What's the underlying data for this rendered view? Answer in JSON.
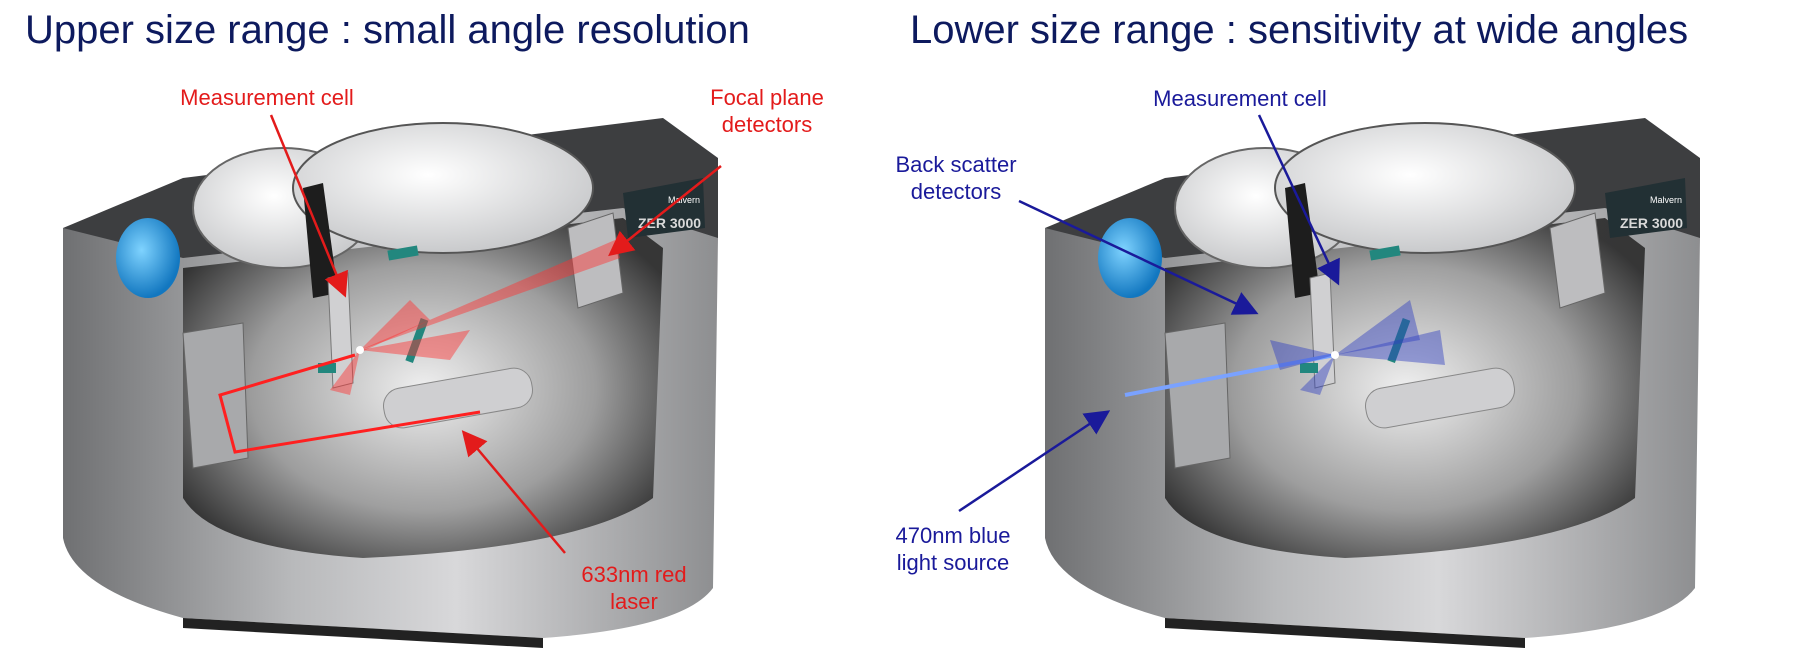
{
  "panels": [
    {
      "title": "Upper size range : small angle resolution",
      "labels": {
        "measurement_cell": "Measurement cell",
        "focal_plane": [
          "Focal plane",
          "detectors"
        ],
        "laser": [
          "633nm red",
          "laser"
        ]
      },
      "accent": "#e31b1b"
    },
    {
      "title": "Lower size range : sensitivity at wide angles",
      "labels": {
        "measurement_cell": "Measurement cell",
        "back_scatter": [
          "Back scatter",
          "detectors"
        ],
        "light_source": [
          "470nm blue",
          "light source"
        ]
      },
      "accent": "#1a1a9a"
    }
  ],
  "instrument_badge": {
    "brand": "Malvern",
    "model": "ZER 3000"
  }
}
